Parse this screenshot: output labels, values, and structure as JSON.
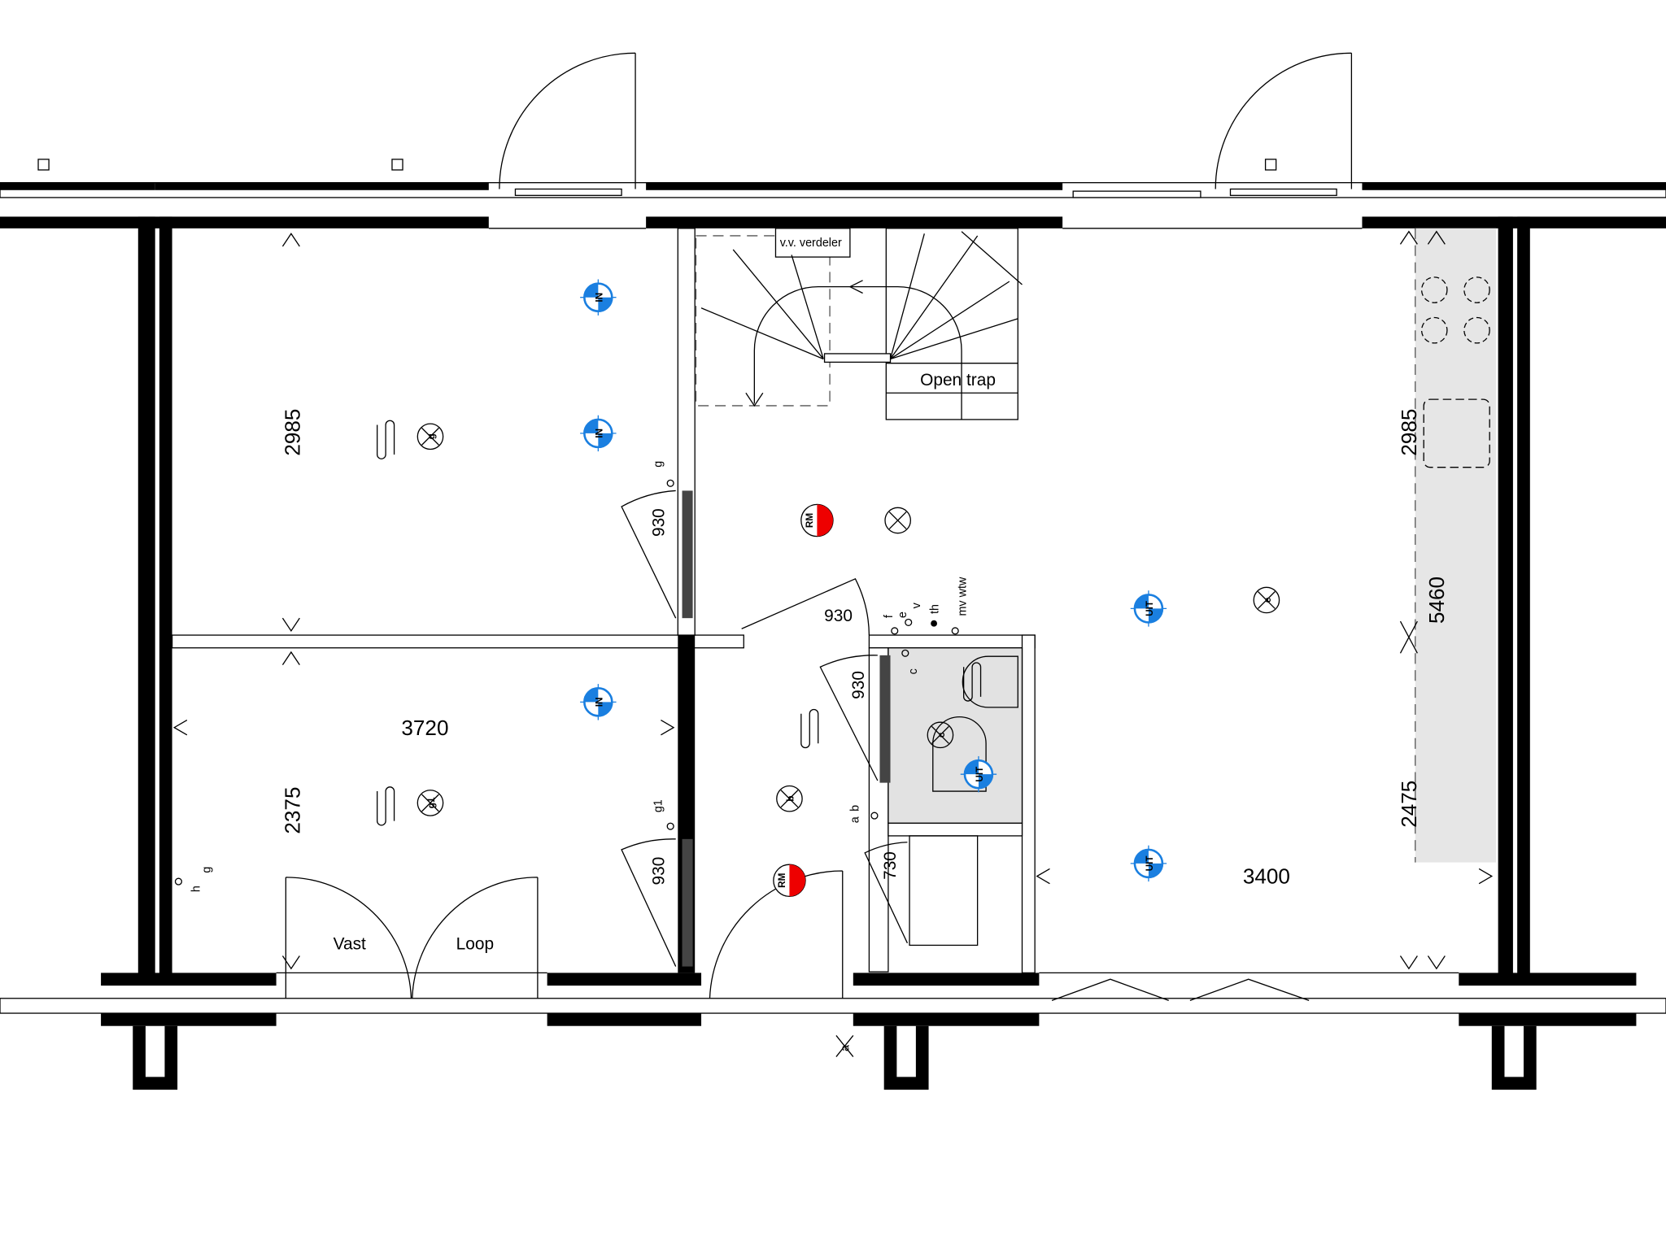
{
  "plan": {
    "dimensions": {
      "room_front_left_depth": "2985",
      "room_back_left_width": "3720",
      "room_back_left_depth": "2375",
      "door_left_upper": "930",
      "door_hall": "930",
      "door_toilet": "930",
      "door_left_lower": "930",
      "door_meterkast": "730",
      "living_width": "3400",
      "kitchen_upper": "2985",
      "kitchen_total": "5460",
      "kitchen_lower": "2475"
    },
    "labels": {
      "door_fixed": "Vast",
      "door_walk": "Loop",
      "stair": "Open trap",
      "distributor": "v.v. verdeler"
    },
    "vents": {
      "in_label": "IN",
      "out_label": "UIT",
      "in_color": "#1a7fe0",
      "out_color": "#1a7fe0"
    },
    "smoke_detector": {
      "label": "RM",
      "color": "#ee0000"
    },
    "fixtures": {
      "g": "g",
      "g1": "g1",
      "e": "e",
      "b": "b",
      "c": "c"
    },
    "switches": {
      "g_upper": "g",
      "g1": "g1",
      "f": "f",
      "e": "e",
      "v": "v",
      "th": "th",
      "mv": "mv wtw",
      "c": "c",
      "a": "a",
      "b": "b",
      "h": "h",
      "g_lower": "g",
      "a_out": "a"
    },
    "colors": {
      "wall": "#000000",
      "wet_area": "#e2e2e2",
      "kitchen": "#e6e6e6"
    }
  }
}
